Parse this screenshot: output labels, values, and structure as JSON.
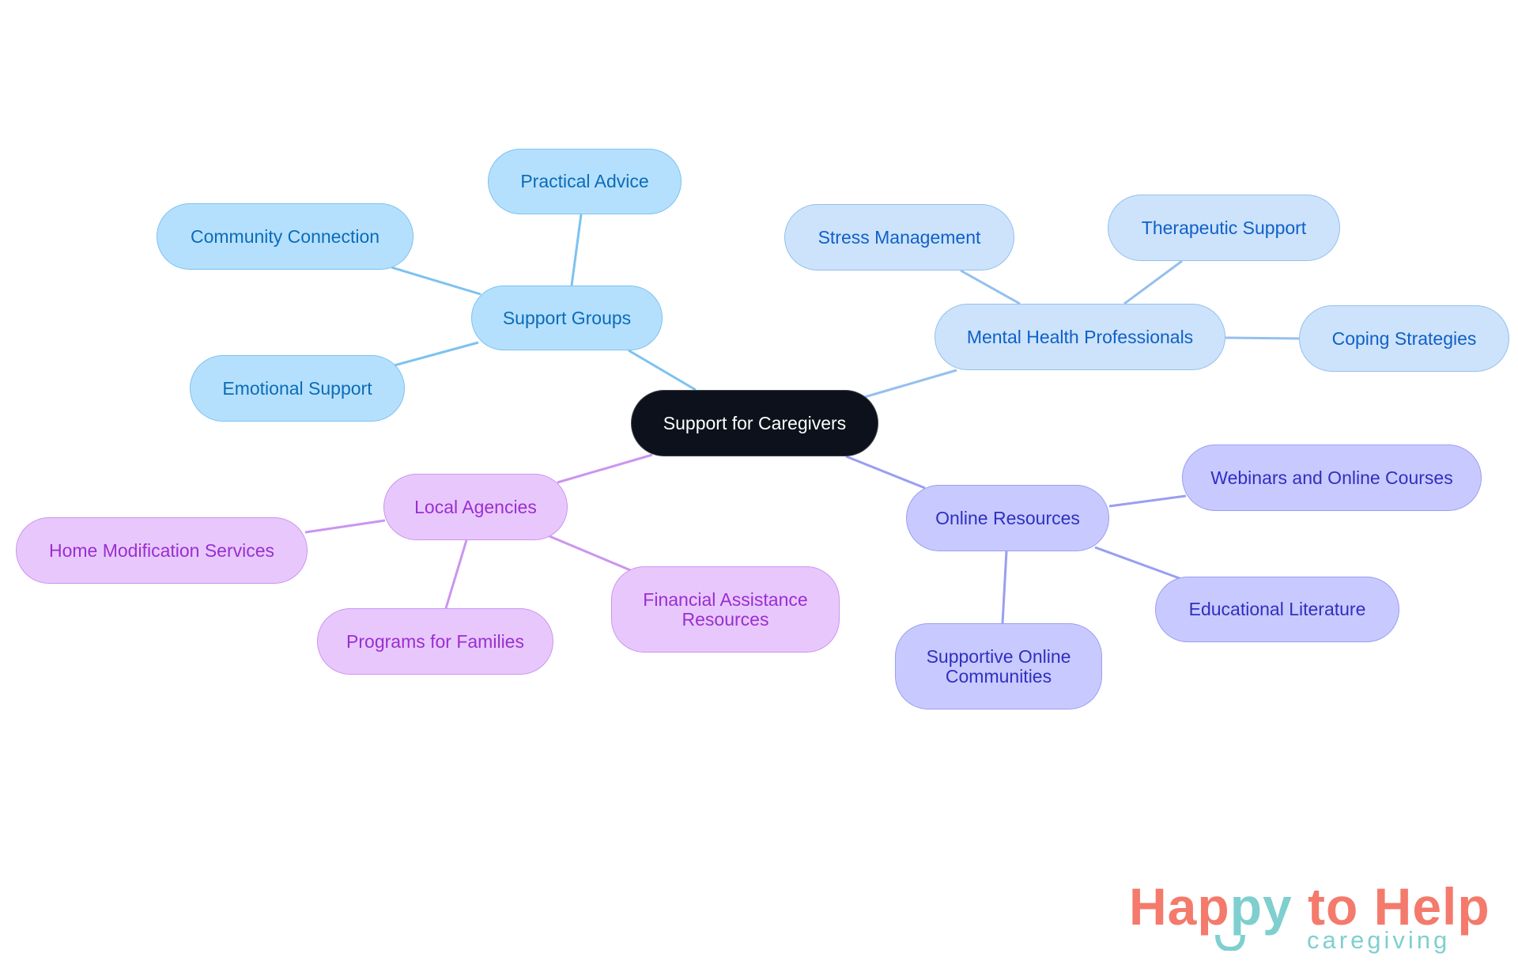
{
  "diagram": {
    "type": "mind-map",
    "root": {
      "id": "root",
      "label": "Support for Caregivers",
      "color": "#0c111b"
    },
    "branches": [
      {
        "id": "support-groups",
        "label": "Support Groups",
        "color": "#7cc2f0",
        "children": [
          {
            "id": "practical-advice",
            "label": "Practical Advice"
          },
          {
            "id": "community-connection",
            "label": "Community Connection"
          },
          {
            "id": "emotional-support",
            "label": "Emotional Support"
          }
        ]
      },
      {
        "id": "mental-health-professionals",
        "label": "Mental Health Professionals",
        "color": "#94c0ee",
        "children": [
          {
            "id": "stress-management",
            "label": "Stress Management"
          },
          {
            "id": "therapeutic-support",
            "label": "Therapeutic Support"
          },
          {
            "id": "coping-strategies",
            "label": "Coping Strategies"
          }
        ]
      },
      {
        "id": "online-resources",
        "label": "Online Resources",
        "color": "#9a9ef0",
        "children": [
          {
            "id": "webinars",
            "label": "Webinars and Online Courses"
          },
          {
            "id": "educational-literature",
            "label": "Educational Literature"
          },
          {
            "id": "supportive-online-communities",
            "label": "Supportive Online Communities",
            "lines": [
              "Supportive Online",
              "Communities"
            ]
          }
        ]
      },
      {
        "id": "local-agencies",
        "label": "Local Agencies",
        "color": "#cb95ef",
        "children": [
          {
            "id": "home-modification",
            "label": "Home Modification Services"
          },
          {
            "id": "programs-for-families",
            "label": "Programs for Families"
          },
          {
            "id": "financial-assistance",
            "label": "Financial Assistance Resources",
            "lines": [
              "Financial Assistance",
              "Resources"
            ]
          }
        ]
      }
    ]
  },
  "logo": {
    "part1": "Hap",
    "part2": "py",
    "part3": " to Help",
    "subtitle": "caregiving",
    "primary_color": "#f47a6c",
    "accent_color": "#7fcfcf"
  }
}
